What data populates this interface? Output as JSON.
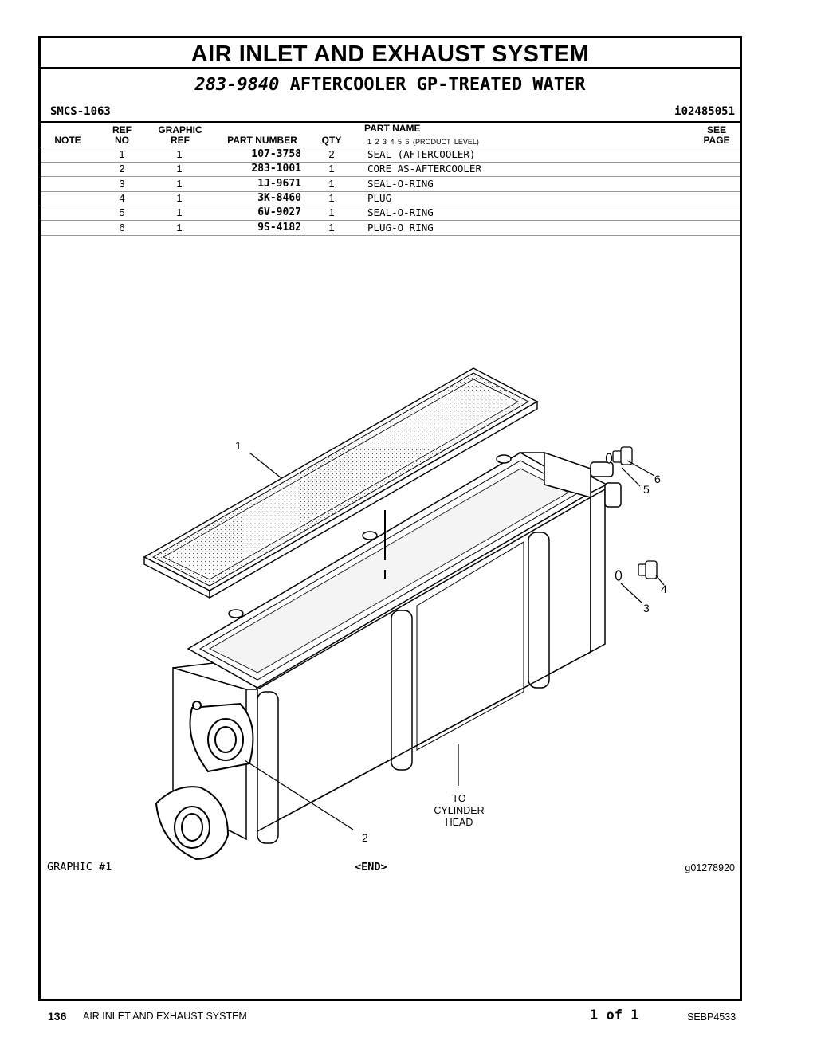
{
  "header": {
    "title": "AIR INLET AND EXHAUST SYSTEM",
    "assembly_number": "283-9840",
    "assembly_name": "AFTERCOOLER GP-TREATED WATER",
    "smcs": "SMCS-1063",
    "doc_id": "i02485051"
  },
  "columns": {
    "note": "NOTE",
    "ref_no_1": "REF",
    "ref_no_2": "NO",
    "graphic_ref_1": "GRAPHIC",
    "graphic_ref_2": "REF",
    "part_number": "PART NUMBER",
    "qty": "QTY",
    "part_name": "PART NAME",
    "product_levels": "1   2   3   4   5   6   (PRODUCT LEVEL)",
    "see_page_1": "SEE",
    "see_page_2": "PAGE"
  },
  "parts": [
    {
      "ref": "1",
      "graphic": "1",
      "part_number": "107-3758",
      "qty": "2",
      "name": "SEAL (AFTERCOOLER)"
    },
    {
      "ref": "2",
      "graphic": "1",
      "part_number": "283-1001",
      "qty": "1",
      "name": "CORE AS-AFTERCOOLER"
    },
    {
      "ref": "3",
      "graphic": "1",
      "part_number": "1J-9671",
      "qty": "1",
      "name": "SEAL-O-RING"
    },
    {
      "ref": "4",
      "graphic": "1",
      "part_number": "3K-8460",
      "qty": "1",
      "name": "PLUG"
    },
    {
      "ref": "5",
      "graphic": "1",
      "part_number": "6V-9027",
      "qty": "1",
      "name": "SEAL-O-RING"
    },
    {
      "ref": "6",
      "graphic": "1",
      "part_number": "9S-4182",
      "qty": "1",
      "name": "PLUG-O RING"
    }
  ],
  "drawing": {
    "callouts": [
      "1",
      "2",
      "3",
      "4",
      "5",
      "6"
    ],
    "note_line1": "TO",
    "note_line2": "CYLINDER",
    "note_line3": "HEAD"
  },
  "graphic_label": "GRAPHIC #1",
  "end_marker": "<END>",
  "graphic_id": "g01278920",
  "footer": {
    "page_number": "136",
    "section": "AIR INLET AND EXHAUST SYSTEM",
    "page_of": "1 of 1",
    "doc_number": "SEBP4533"
  }
}
